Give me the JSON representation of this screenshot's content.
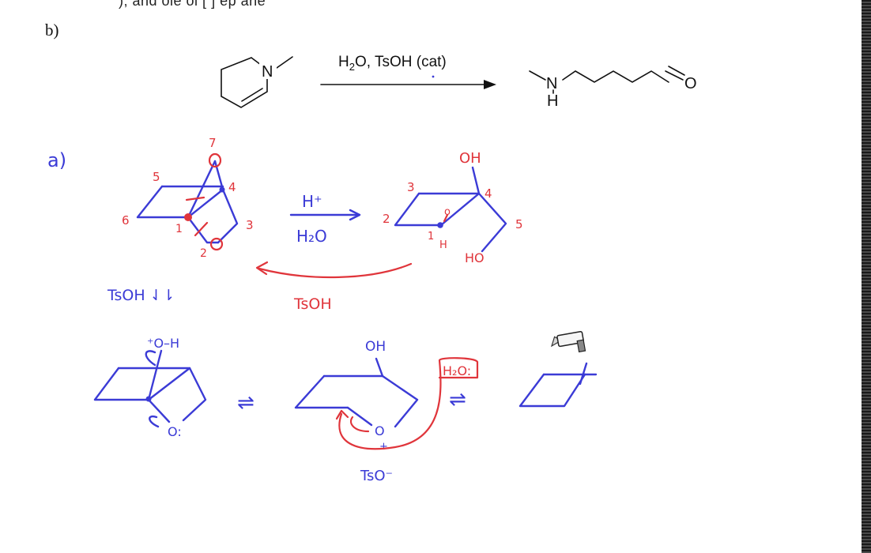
{
  "header": {
    "cut_text": "); and ole ol [ ] ep ane"
  },
  "problem": {
    "label": "b)",
    "reagent_prefix": "H",
    "reagent_sub": "2",
    "reagent_rest": "O, TsOH (cat)",
    "reactant_atom": "N",
    "product_n": "N",
    "product_h": "H",
    "product_o": "O"
  },
  "notes": {
    "part_label": "a)",
    "numbers_left": [
      "7",
      "5",
      "4",
      "6",
      "1",
      "3",
      "2"
    ],
    "numbers_right": [
      "3",
      "4",
      "2",
      "1",
      "5"
    ],
    "h_plus": "H⁺",
    "h2o": "H₂O",
    "oh_top": "OH",
    "ho_right": "HO",
    "o_small": "o",
    "h_small": "H",
    "tsoh_arrow": "TsOH",
    "tsoh_side": "TsOH ⇃⇂",
    "protonated_o": "⁺O–H",
    "lone_pair_o": "O:",
    "oh_middle": "OH",
    "o_plus": "O",
    "plus": "+",
    "h2o_box": "H₂O:",
    "tso_minus": "TsO⁻",
    "equilibrium": "⇌"
  },
  "colors": {
    "blue_ink": "#3b3bd6",
    "red_ink": "#e0353b",
    "print": "#111111"
  },
  "icons": {
    "pen_cursor": "pen-cursor-icon"
  }
}
